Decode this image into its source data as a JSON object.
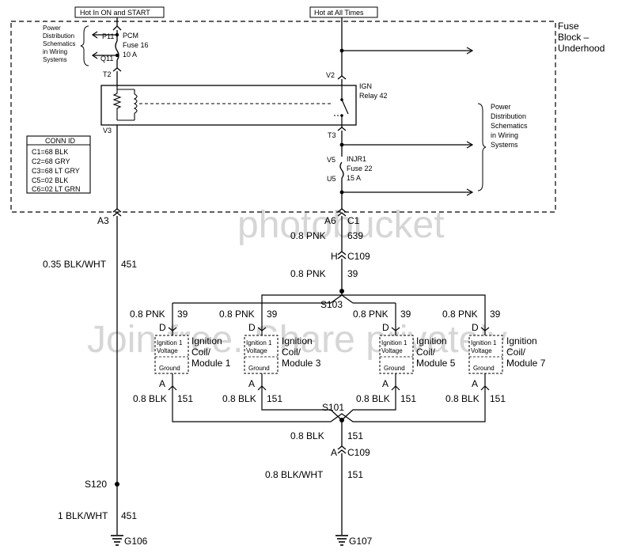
{
  "header_left": "Hot In ON and START",
  "header_right": "Hot at All Times",
  "fuse_block": {
    "line1": "Fuse",
    "line2": "Block –",
    "line3": "Underhood"
  },
  "pd_left": [
    "Power",
    "Distribution",
    "Schematics",
    "in Wiring",
    "Systems"
  ],
  "pd_right": [
    "Power",
    "Distribution",
    "Schematics",
    "in Wiring",
    "Systems"
  ],
  "pins": {
    "p11": "P11",
    "q11": "Q11",
    "t2": "T2",
    "v3": "V3",
    "v2": "V2",
    "t3": "T3",
    "v5": "V5",
    "u5": "U5"
  },
  "pcm_fuse": [
    "PCM",
    "Fuse 16",
    "10 A"
  ],
  "ign_relay": [
    "IGN",
    "Relay 42"
  ],
  "injr_fuse": [
    "INJR1",
    "Fuse 22",
    "15 A"
  ],
  "conn_id": {
    "title": "CONN ID",
    "rows": [
      "C1=68 BLK",
      "C2=68 GRY",
      "C3=68 LT GRY",
      "C5=02 BLK",
      "C6=02 LT GRN"
    ]
  },
  "connectors": {
    "a3": "A3",
    "a6": "A6",
    "c1": "C1",
    "h": "H",
    "c109_top": "C109",
    "a_bottom": "A",
    "c109_bottom": "C109"
  },
  "wires": {
    "pnk_639_color": "0.8 PNK",
    "pnk_639_num": "639",
    "blkwht_451_color": "0.35 BLK/WHT",
    "blkwht_451_num": "451",
    "pnk_39_color": "0.8 PNK",
    "pnk_39_num": "39",
    "blk_151_color": "0.8 BLK",
    "blk_151_num": "151",
    "blkwht_151_color": "0.8 BLK/WHT",
    "blkwht_151_num": "151",
    "blkwht_1_color": "1 BLK/WHT",
    "blkwht_1_num": "451"
  },
  "splices": {
    "s103": "S103",
    "s101": "S101",
    "s120": "S120"
  },
  "grounds": {
    "g106": "G106",
    "g107": "G107"
  },
  "coils": [
    {
      "pnk": "0.8 PNK",
      "pnk_num": "39",
      "d": "D",
      "in_top": "Ignition 1",
      "in_mid": "Voltage",
      "in_bot": "Ground",
      "name1": "Ignition",
      "name2": "Coil/",
      "name3": "Module 1",
      "a": "A",
      "blk": "0.8 BLK",
      "blk_num": "151"
    },
    {
      "pnk": "0.8 PNK",
      "pnk_num": "39",
      "d": "D",
      "in_top": "Ignition 1",
      "in_mid": "Voltage",
      "in_bot": "Ground",
      "name1": "Ignition",
      "name2": "Coil/",
      "name3": "Module 3",
      "a": "A",
      "blk": "0.8 BLK",
      "blk_num": "151"
    },
    {
      "pnk": "0.8 PNK",
      "pnk_num": "39",
      "d": "D",
      "in_top": "Ignition 1",
      "in_mid": "Voltage",
      "in_bot": "Ground",
      "name1": "Ignition",
      "name2": "Coil/",
      "name3": "Module 5",
      "a": "A",
      "blk": "0.8 BLK",
      "blk_num": "151"
    },
    {
      "pnk": "0.8 PNK",
      "pnk_num": "39",
      "d": "D",
      "in_top": "Ignition 1",
      "in_mid": "Voltage",
      "in_bot": "Ground",
      "name1": "Ignition",
      "name2": "Coil/",
      "name3": "Module 7",
      "a": "A",
      "blk": "0.8 BLK",
      "blk_num": "151"
    }
  ],
  "watermark": {
    "top": "photobucket",
    "bottom": "Join free. Share privately."
  }
}
